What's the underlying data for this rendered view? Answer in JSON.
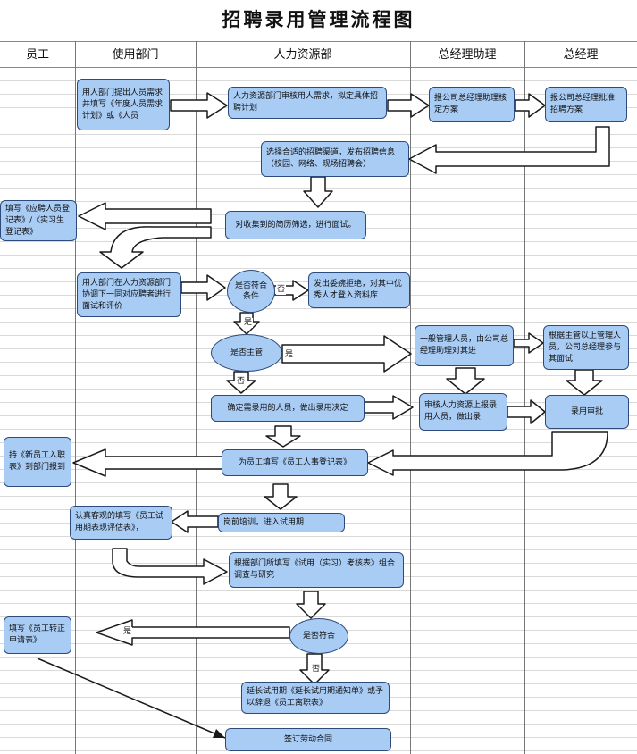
{
  "title": "招聘录用管理流程图",
  "lanes": [
    "员工",
    "使用部门",
    "人力资源部",
    "总经理助理",
    "总经理"
  ],
  "nodes": {
    "dept_request": "用人部门提出人员需求并填写《年度人员需求计划》或《人员",
    "hr_review": "人力资源部门审核用人需求，拟定具体招聘计划",
    "asst_review": "报公司总经理助理核定方案",
    "gm_approve": "报公司总经理批准招聘方案",
    "channels": "选择合适的招聘渠道，发布招聘信息（校园、网络、现场招聘会）",
    "emp_form": "填写《应聘人员登记表》/《实习生登记表》",
    "screen": "对收集到的简历筛选，进行面试。",
    "dept_interview": "用人部门在人力资源部门协调下一同对应聘者进行面试和评价",
    "qualified_q": "是否符合条件",
    "reject": "发出委婉拒绝，对其中优秀人才登入资料库",
    "manager_q": "是否主管",
    "asst_interview": "一般管理人员，由公司总经理助理对其进",
    "gm_interview": "根据主管以上管理人员，公司总经理参与其面试",
    "decide": "确定需录用的人员，做出录用决定",
    "asst_report": "审核人力资源上报录用人员，做出录",
    "gm_hire": "录用审批",
    "emp_report": "持《新员工入职表》到部门报到",
    "hr_register": "为员工填写《员工人事登记表》",
    "dept_eval": "认真客观的填写《员工试用期表现评估表》，",
    "training": "岗前培训，进入试用期",
    "hr_study": "根据部门所填写《试用（实习）考核表》组合调查与研究",
    "emp_regular": "填写《员工转正申请表》",
    "fit_q": "是否符合",
    "extend": "延长试用期《延长试用期通知单》或予以辞退《员工离职表》",
    "contract": "签订劳动合同"
  },
  "edge_labels": {
    "no1": "否",
    "yes1": "是",
    "yes2": "是",
    "no2": "否",
    "yes3": "是",
    "no3": "否"
  }
}
